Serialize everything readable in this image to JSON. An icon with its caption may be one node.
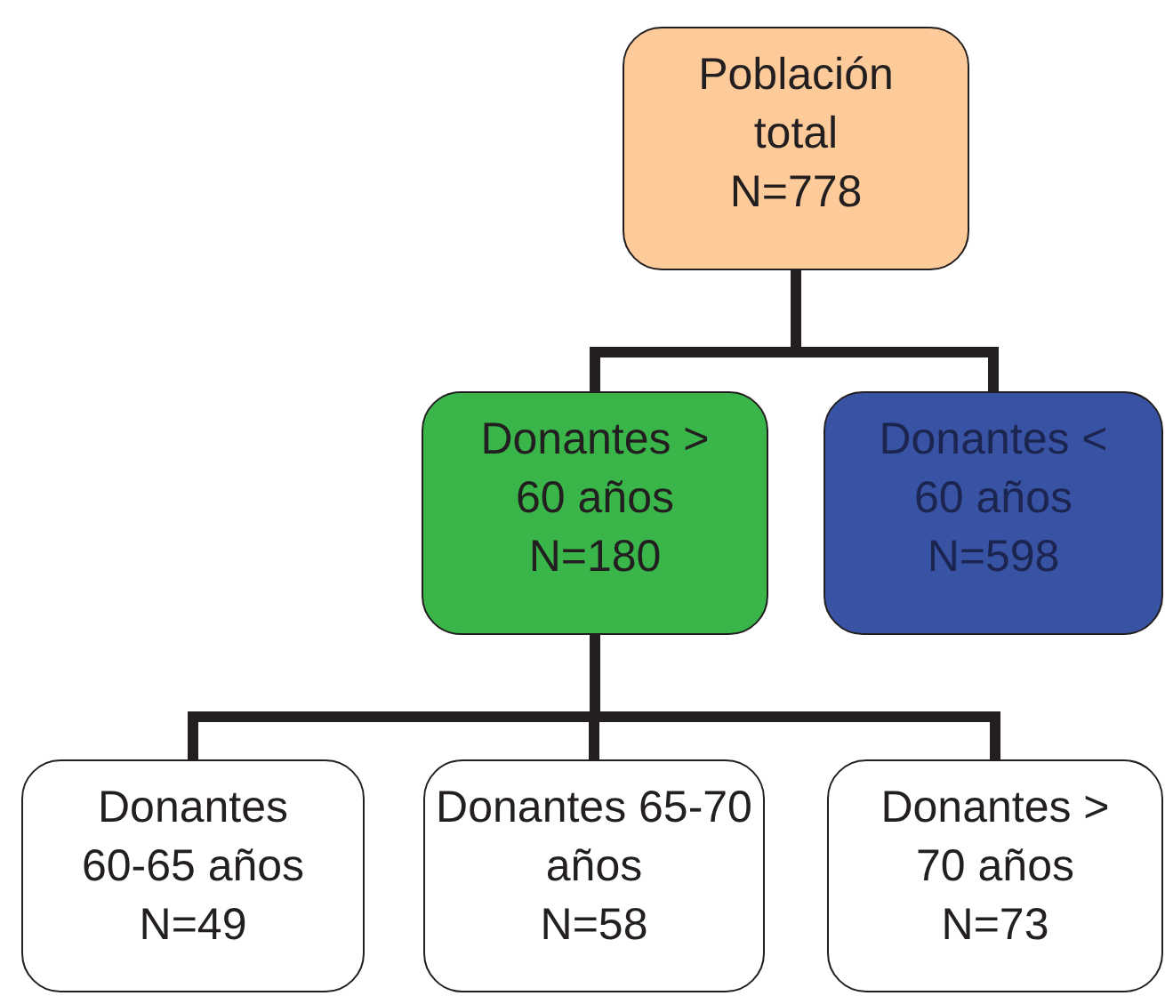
{
  "diagram": {
    "nodes": [
      {
        "text": [
          "Población total",
          "N=778"
        ]
      },
      {
        "text": [
          "Donantes > 60 años",
          "N=180"
        ]
      },
      {
        "text": [
          "Donantes < 60 años",
          "N=598"
        ]
      },
      {
        "text": [
          "Donantes 60-65 años",
          "N=49"
        ]
      },
      {
        "text": [
          "Donantes 65-70 años",
          "N=58"
        ]
      },
      {
        "text": [
          "Donantes > 70 años",
          "N=73"
        ]
      }
    ],
    "edges": [
      {
        "from": 0,
        "to": 1,
        "arrow": "none"
      },
      {
        "from": 0,
        "to": 2,
        "arrow": "none"
      },
      {
        "from": 1,
        "to": 3,
        "arrow": "none"
      },
      {
        "from": 1,
        "to": 4,
        "arrow": "none"
      },
      {
        "from": 1,
        "to": 5,
        "arrow": "none"
      }
    ]
  }
}
